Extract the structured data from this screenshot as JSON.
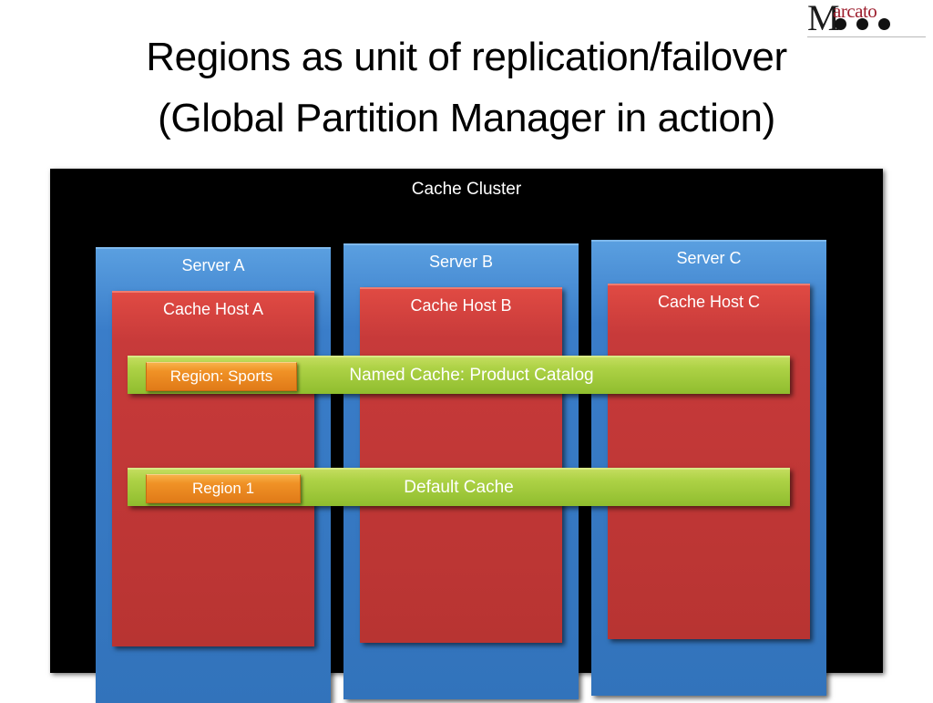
{
  "logo": {
    "initial": "M",
    "rest": "arcato",
    "dot_count": 3,
    "name": "Marcato"
  },
  "title": {
    "line1": "Regions as unit of replication/failover",
    "line2": "(Global Partition Manager in action)"
  },
  "cluster": {
    "title": "Cache Cluster",
    "background": "#000000",
    "servers": [
      {
        "label": "Server A",
        "host": "Cache Host A"
      },
      {
        "label": "Server B",
        "host": "Cache Host B"
      },
      {
        "label": "Server C",
        "host": "Cache Host C"
      }
    ],
    "cache_bars": [
      {
        "label": "Named Cache: Product Catalog",
        "region": "Region: Sports"
      },
      {
        "label": "Default Cache",
        "region": "Region 1"
      }
    ]
  },
  "colors": {
    "server_blue": "#3a7dc9",
    "host_red": "#c73a3a",
    "cache_green": "#aed246",
    "region_orange": "#f09226",
    "cluster_black": "#000000",
    "text_white": "#ffffff",
    "title_black": "#000000",
    "logo_red": "#9d1f2e"
  }
}
